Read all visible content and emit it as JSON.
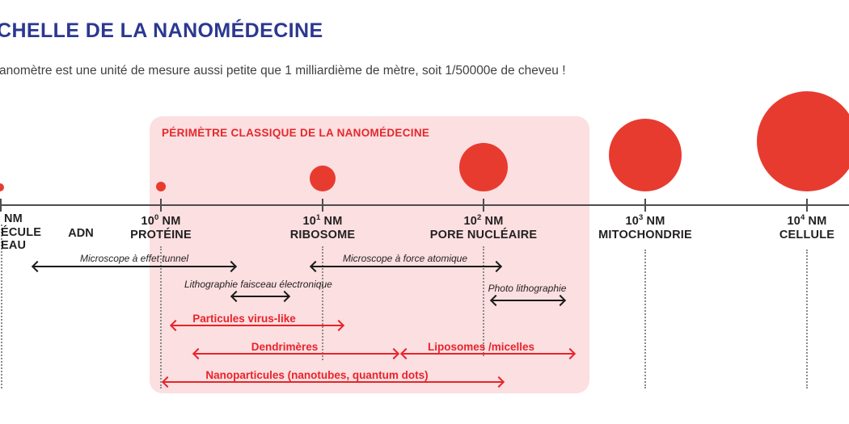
{
  "header": {
    "title": "CHELLE DE LA NANOMÉDECINE",
    "subtitle": "anomètre est une unité de mesure aussi petite que 1 milliardième de mètre, soit 1/50000e de cheveu !"
  },
  "perimeter_box": {
    "label": "PÉRIMÈTRE CLASSIQUE DE LA NANOMÉDECINE"
  },
  "scale": {
    "left_partial": {
      "line1": "NM",
      "line2": "ÉCULE",
      "line3": "EAU"
    },
    "adn_label": "ADN",
    "markers": [
      {
        "base": "10",
        "power": "0",
        "unit": "NM",
        "name": "PROTÉINE"
      },
      {
        "base": "10",
        "power": "1",
        "unit": "NM",
        "name": "RIBOSOME"
      },
      {
        "base": "10",
        "power": "2",
        "unit": "NM",
        "name": "PORE NUCLÉAIRE"
      },
      {
        "base": "10",
        "power": "3",
        "unit": "NM",
        "name": "MITOCHONDRIE"
      },
      {
        "base": "10",
        "power": "4",
        "unit": "NM",
        "name": "CELLULE"
      }
    ]
  },
  "instruments": [
    {
      "label": "Microscope à effet tunnel"
    },
    {
      "label": "Microscope à force atomique"
    },
    {
      "label": "Lithographie faisceau électronique"
    },
    {
      "label": "Photo lithographie"
    }
  ],
  "nano_objects": [
    {
      "label": "Particules virus-like"
    },
    {
      "label": "Dendrimères"
    },
    {
      "label": "Liposomes /micelles"
    },
    {
      "label": "Nanoparticules (nanotubes, quantum dots)"
    }
  ],
  "colors": {
    "title_blue": "#2b3890",
    "circle_red": "#e83b30",
    "text_red": "#e8232b",
    "pink_bg": "#fcdfe0"
  }
}
